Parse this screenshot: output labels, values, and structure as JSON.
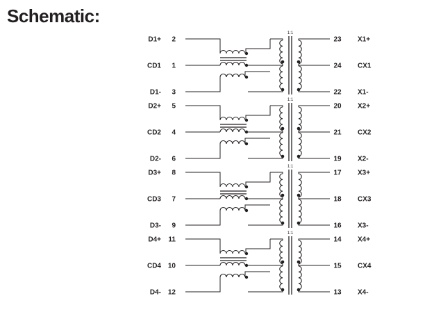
{
  "heading": "Schematic:",
  "colors": {
    "ink": "#231f20",
    "background": "#ffffff"
  },
  "channels": [
    {
      "ratio": "1:1",
      "left": {
        "plus": {
          "name": "D1+",
          "pin": "2"
        },
        "center": {
          "name": "CD1",
          "pin": "1"
        },
        "minus": {
          "name": "D1-",
          "pin": "3"
        }
      },
      "right": {
        "plus": {
          "name": "X1+",
          "pin": "23"
        },
        "center": {
          "name": "CX1",
          "pin": "24"
        },
        "minus": {
          "name": "X1-",
          "pin": "22"
        }
      }
    },
    {
      "ratio": "1:1",
      "left": {
        "plus": {
          "name": "D2+",
          "pin": "5"
        },
        "center": {
          "name": "CD2",
          "pin": "4"
        },
        "minus": {
          "name": "D2-",
          "pin": "6"
        }
      },
      "right": {
        "plus": {
          "name": "X2+",
          "pin": "20"
        },
        "center": {
          "name": "CX2",
          "pin": "21"
        },
        "minus": {
          "name": "X2-",
          "pin": "19"
        }
      }
    },
    {
      "ratio": "1:1",
      "left": {
        "plus": {
          "name": "D3+",
          "pin": "8"
        },
        "center": {
          "name": "CD3",
          "pin": "7"
        },
        "minus": {
          "name": "D3-",
          "pin": "9"
        }
      },
      "right": {
        "plus": {
          "name": "X3+",
          "pin": "17"
        },
        "center": {
          "name": "CX3",
          "pin": "18"
        },
        "minus": {
          "name": "X3-",
          "pin": "16"
        }
      }
    },
    {
      "ratio": "1:1",
      "left": {
        "plus": {
          "name": "D4+",
          "pin": "11"
        },
        "center": {
          "name": "CD4",
          "pin": "10"
        },
        "minus": {
          "name": "D4-",
          "pin": "12"
        }
      },
      "right": {
        "plus": {
          "name": "X4+",
          "pin": "14"
        },
        "center": {
          "name": "CX4",
          "pin": "15"
        },
        "minus": {
          "name": "X4-",
          "pin": "13"
        }
      }
    }
  ]
}
